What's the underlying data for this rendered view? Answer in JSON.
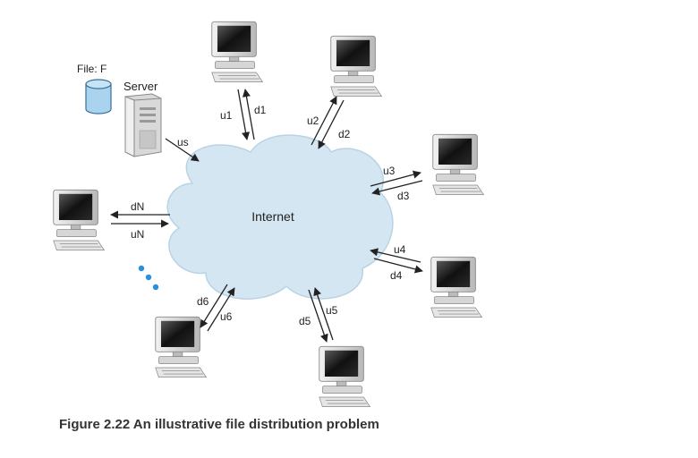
{
  "file_label": "File: F",
  "server_label": "Server",
  "internet_label": "Internet",
  "server_link": {
    "u": "us"
  },
  "peers": [
    {
      "id": "1",
      "u": "u1",
      "d": "d1"
    },
    {
      "id": "2",
      "u": "u2",
      "d": "d2"
    },
    {
      "id": "3",
      "u": "u3",
      "d": "d3"
    },
    {
      "id": "4",
      "u": "u4",
      "d": "d4"
    },
    {
      "id": "5",
      "u": "u5",
      "d": "d5"
    },
    {
      "id": "6",
      "u": "u6",
      "d": "d6"
    },
    {
      "id": "N",
      "u": "uN",
      "d": "dN"
    }
  ],
  "ellipsis": "...",
  "caption": "Figure 2.22 An illustrative file distribution problem",
  "colors": {
    "cloud": "#d4e6f1",
    "cloud_edge": "#b9d3e5",
    "database": "#a9d3ef",
    "dots": "#2a8fdc",
    "arrow": "#222222"
  }
}
